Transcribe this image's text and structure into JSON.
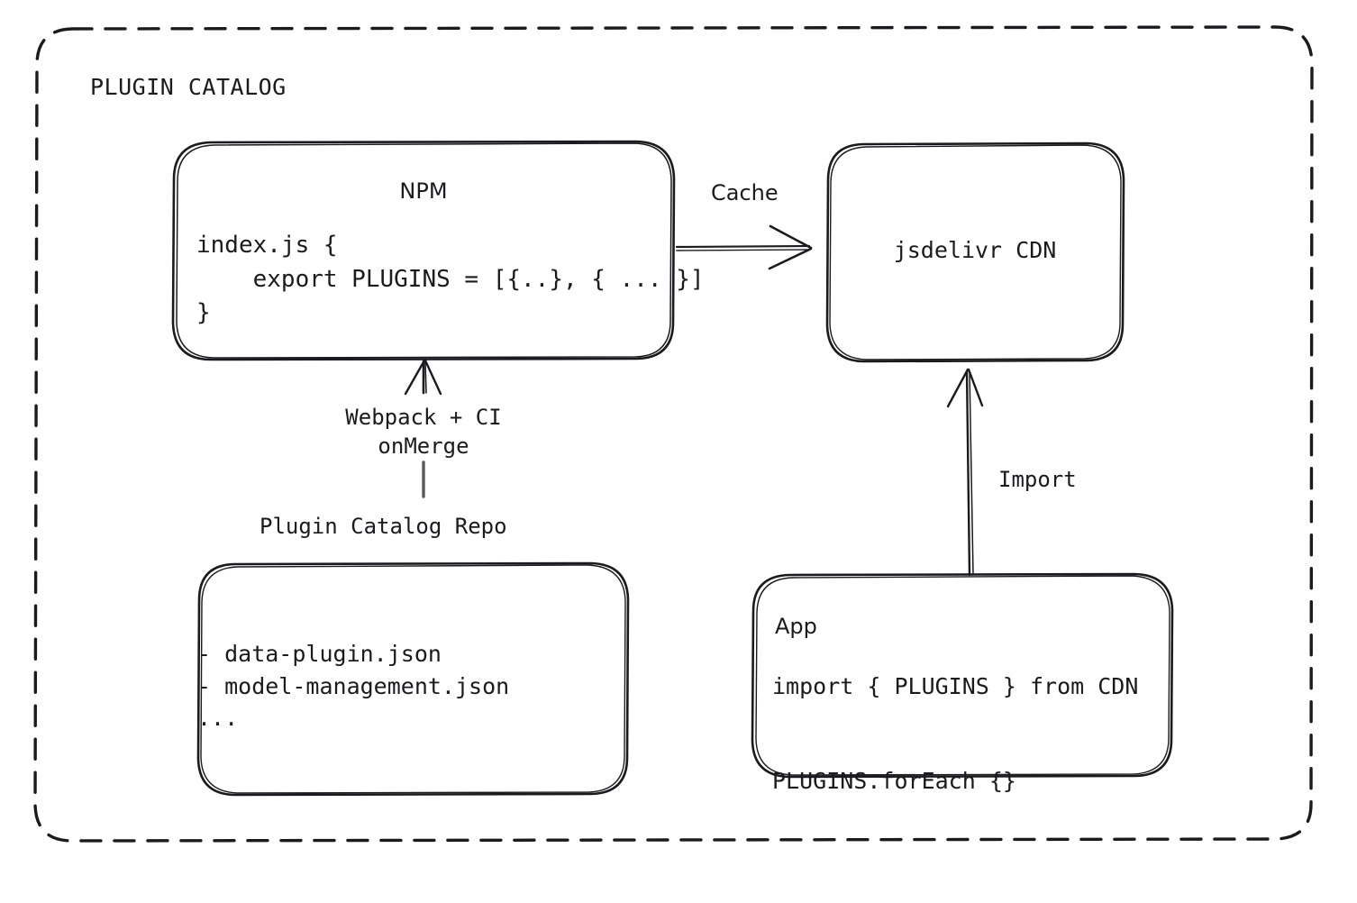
{
  "diagram": {
    "type": "architecture-flow",
    "title": "PLUGIN CATALOG",
    "background": "#ffffff",
    "stroke_color": "#1b1b1f",
    "style": "hand-drawn"
  },
  "group": {
    "label": "PLUGIN CATALOG",
    "border_style": "dashed"
  },
  "nodes": {
    "npm": {
      "title": "NPM",
      "code": "index.js {\n    export PLUGINS = [{..}, { ... }]\n}"
    },
    "cdn": {
      "title": "jsdelivr CDN"
    },
    "repo": {
      "caption": "Plugin Catalog Repo",
      "items": "- data-plugin.json\n- model-management.json\n..."
    },
    "app": {
      "title": "App",
      "code": "import { PLUGINS } from CDN\n\nPLUGINS.forEach {}"
    }
  },
  "edges": {
    "cache": {
      "label": "Cache",
      "from": "npm",
      "to": "cdn",
      "direction": "right"
    },
    "build": {
      "label": "Webpack + CI\nonMerge",
      "from": "repo",
      "to": "npm",
      "direction": "up"
    },
    "import": {
      "label": "Import",
      "from": "app",
      "to": "cdn",
      "direction": "up"
    }
  }
}
